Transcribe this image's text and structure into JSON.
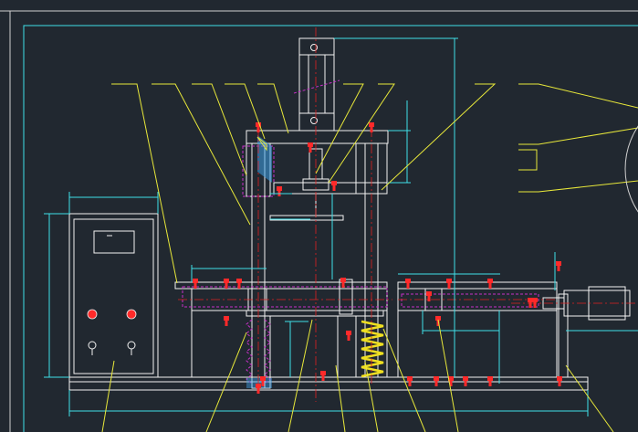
{
  "drawing": {
    "background": "#212830",
    "colors": {
      "outline": "#f2f2f2",
      "dimension": "#3fe0e8",
      "leader": "#e8e83a",
      "hidden": "#c830c8",
      "center": "#e02020",
      "bolt": "#ff2a2a",
      "spring": "#f0e020",
      "frame": "#cfcfcf"
    },
    "components": [
      {
        "name": "pneumatic-cylinder",
        "icon": "cylinder-icon"
      },
      {
        "name": "top-plate",
        "icon": "plate-icon"
      },
      {
        "name": "guide-column-left",
        "icon": "column-icon"
      },
      {
        "name": "guide-column-right",
        "icon": "column-icon"
      },
      {
        "name": "control-cabinet",
        "icon": "cabinet-icon"
      },
      {
        "name": "compression-spring",
        "icon": "spring-icon"
      },
      {
        "name": "base-plate",
        "icon": "base-icon"
      },
      {
        "name": "side-feed-cylinder",
        "icon": "cylinder-icon"
      }
    ]
  }
}
